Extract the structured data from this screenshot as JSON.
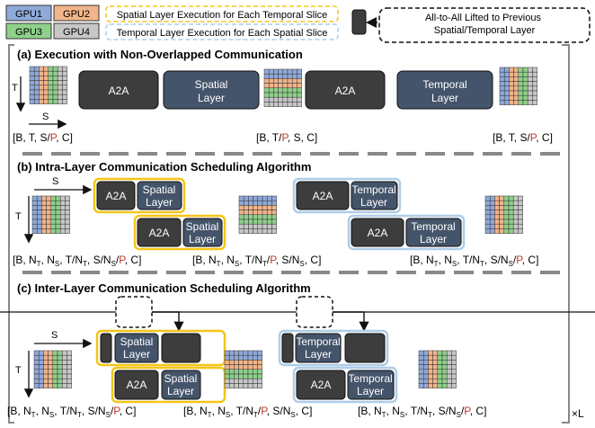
{
  "legend": {
    "gpus": [
      {
        "label": "GPU1",
        "color": "#8fa9d9"
      },
      {
        "label": "GPU2",
        "color": "#f2b48a"
      },
      {
        "label": "GPU3",
        "color": "#8fd08a"
      },
      {
        "label": "GPU4",
        "color": "#c7c7c7"
      }
    ],
    "spatial_exec": "Spatial Layer Execution for Each Temporal Slice",
    "temporal_exec": "Temporal Layer Execution for Each Spatial Slice",
    "lifted": "All-to-All Lifted to Previous Spatial/Temporal Layer"
  },
  "sections": {
    "a_title": "(a) Execution with Non-Overlapped Communication",
    "b_title": "(b) Intra-Layer Communication Scheduling Algorithm",
    "c_title": "(c) Inter-Layer Communication Scheduling Algorithm"
  },
  "boxes": {
    "a2a": "A2A",
    "spatial_line1": "Spatial",
    "spatial_line2": "Layer",
    "temporal_line1": "Temporal",
    "temporal_line2": "Layer"
  },
  "axes": {
    "t": "T",
    "s": "S"
  },
  "repeat": "×L",
  "colors": {
    "dark_box": "#3d3d3d",
    "spatial_box": "#44546a",
    "yellow_border": "#f5c518",
    "blue_border": "#aecde8"
  }
}
